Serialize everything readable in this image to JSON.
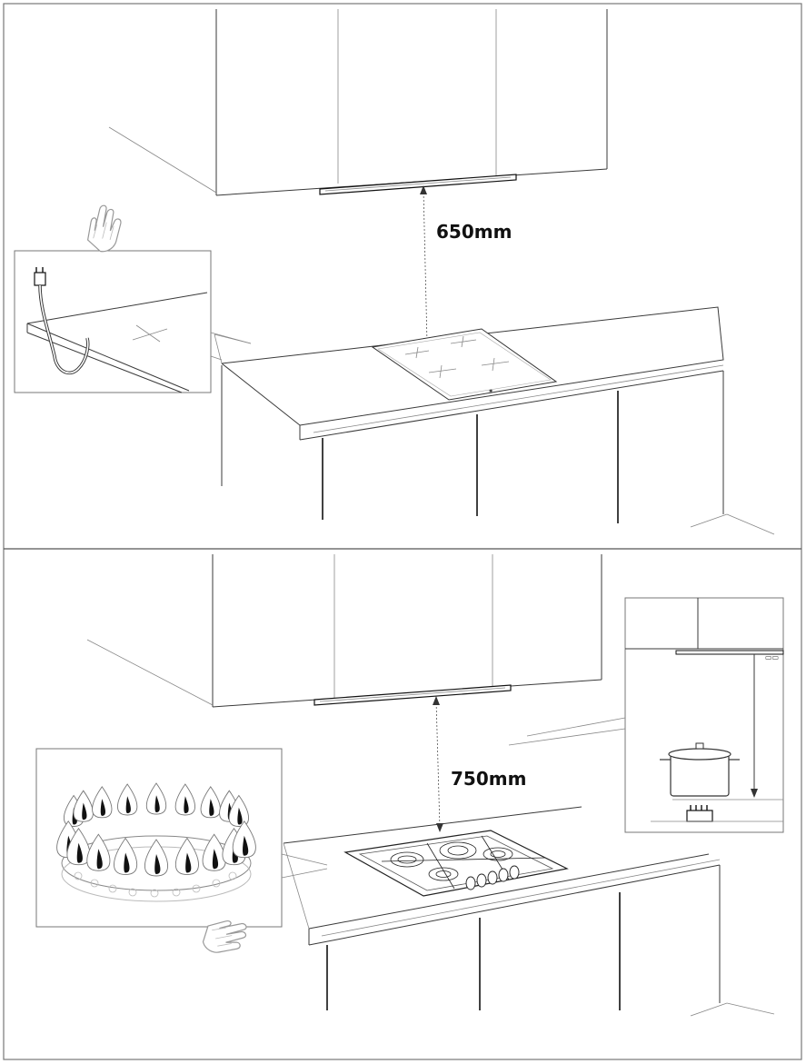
{
  "panels": [
    {
      "id": "induction-hob",
      "clearance_label": "650mm"
    },
    {
      "id": "gas-hob",
      "clearance_label": "750mm"
    }
  ],
  "colors": {
    "line": "#3a3a3a",
    "frame": "#777777",
    "flame": "#111111"
  }
}
